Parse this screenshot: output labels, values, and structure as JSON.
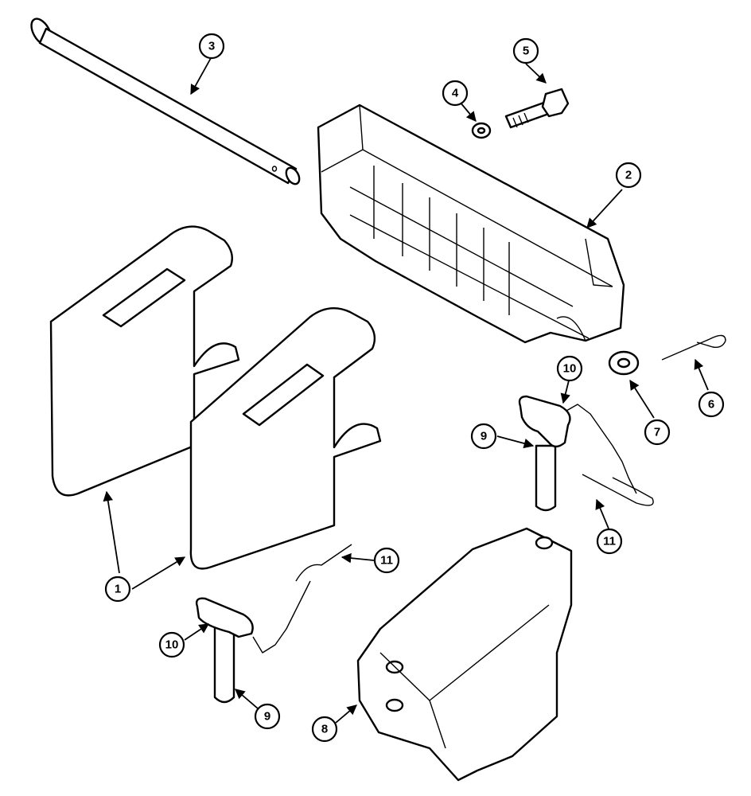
{
  "callouts": [
    {
      "id": "c1",
      "label": "1"
    },
    {
      "id": "c2",
      "label": "2"
    },
    {
      "id": "c3",
      "label": "3"
    },
    {
      "id": "c4",
      "label": "4"
    },
    {
      "id": "c5",
      "label": "5"
    },
    {
      "id": "c6",
      "label": "6"
    },
    {
      "id": "c7",
      "label": "7"
    },
    {
      "id": "c8",
      "label": "8"
    },
    {
      "id": "c9a",
      "label": "9"
    },
    {
      "id": "c9b",
      "label": "9"
    },
    {
      "id": "c10a",
      "label": "10"
    },
    {
      "id": "c10b",
      "label": "10"
    },
    {
      "id": "c11a",
      "label": "11"
    },
    {
      "id": "c11b",
      "label": "11"
    }
  ]
}
